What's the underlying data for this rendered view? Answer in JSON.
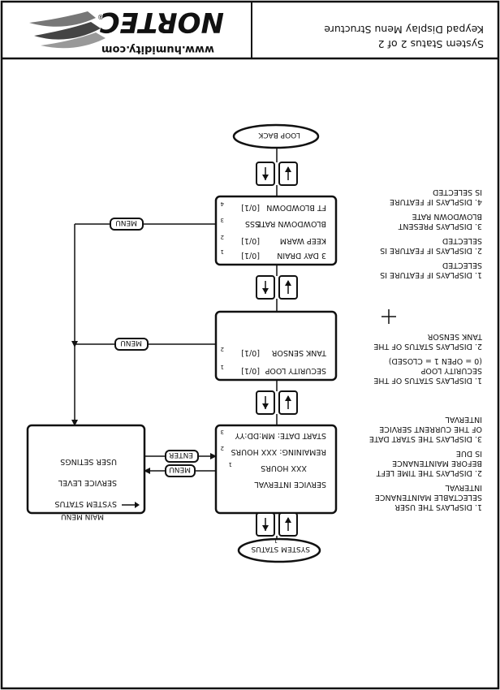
{
  "header": {
    "brand": "NORTEC",
    "website": "www.humidity.com",
    "title": "Keypad Display Menu Structure",
    "subtitle": "System Status 2 of 2"
  },
  "main_menu": {
    "caption": "MAIN MENU",
    "items": [
      "SYSTEM STATUS",
      "SERVICE LEVEL",
      "USER SETINGS"
    ]
  },
  "terminals": {
    "start": "SYSTEM STATUS",
    "start_sub": "1",
    "end": "LOOP BACK"
  },
  "buttons": {
    "enter": "ENTER",
    "menu": "MENU"
  },
  "screen1": {
    "lines": [
      {
        "text": "SERVICE INTERVAL",
        "sub": ""
      },
      {
        "text": "XXX HOURS",
        "sub": "1"
      },
      {
        "text": "REMAINING: XXX HOURS",
        "sub": "2"
      },
      {
        "text": "START DATE: MM:DD:YY",
        "sub": "3"
      }
    ]
  },
  "screen2": {
    "lines": [
      {
        "text": "SECURITY LOOP",
        "value": "[0/1]",
        "sub": "1"
      },
      {
        "text": "TANK SENSOR",
        "value": "[0/1]",
        "sub": "2"
      }
    ]
  },
  "screen3": {
    "lines": [
      {
        "text": "3 DAY DRAIN",
        "value": "[0/1]",
        "sub": "1"
      },
      {
        "text": "KEEP WARM",
        "value": "[0/1]",
        "sub": "2"
      },
      {
        "text": "BLOWDOWN RATE",
        "value": "SSS",
        "sub": "3"
      },
      {
        "text": "FT BLOWDOWN",
        "value": "[0/1]",
        "sub": "4"
      }
    ]
  },
  "notes": {
    "screen1": [
      "1. DISPLAYS THE USER",
      "SELECTABLE MAINTENANCE",
      "INTERVAL",
      "2. DISPLAYS THE TIME LEFT",
      "BEFORE MAINTENANCE",
      "IS DUE",
      "3. DISPLAYS THE START DATE",
      "OF THE CURRENT SERVICE",
      "INTERVAL"
    ],
    "screen2": [
      "1. DISPLAYS STATUS OF THE",
      "SECURITY LOOP",
      "(0 = OPEN   1 = CLOSED)",
      "2. DISPLAYS STATUS OF THE",
      "TANK SENSOR"
    ],
    "screen3": [
      "1. DISPLAYS IF FEATURE IS",
      "SELECTED",
      "2. DISPLAYS IF FEATURE IS",
      "SELECTED",
      "3. DISPLAYS PRESENT",
      "BLOWDOWN RATE",
      "4. DISPLAYS IF FEATURE",
      "IS SELECTED"
    ]
  }
}
